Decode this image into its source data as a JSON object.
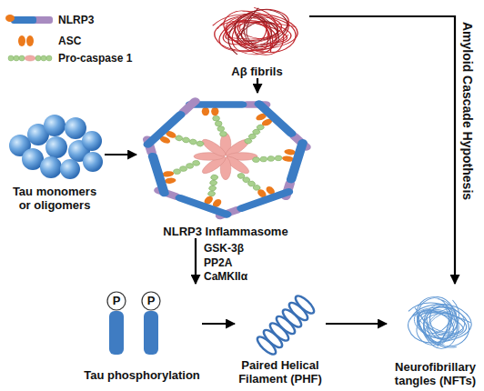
{
  "diagram": {
    "nodes": [
      {
        "text": [
          "Aβ fibrils"
        ]
      },
      {
        "text": [
          "Tau monomers or oligomers"
        ]
      },
      {
        "text": [
          "NLRP3 Inflammasome"
        ]
      },
      {
        "text": [
          "Tau phosphorylation"
        ]
      },
      {
        "text": [
          "Paired Helical Filament (PHF)"
        ]
      },
      {
        "text": [
          "Neurofibrillary tangles (NFTs)"
        ]
      }
    ],
    "edges": [
      {
        "from": 0,
        "to": 2,
        "arrow": "to"
      },
      {
        "from": 1,
        "to": 2,
        "arrow": "to"
      },
      {
        "from": 2,
        "to": 3,
        "label": "GSK-3β PP2A CaMKIIα",
        "arrow": "to"
      },
      {
        "from": 3,
        "to": 4,
        "arrow": "to"
      },
      {
        "from": 4,
        "to": 5,
        "arrow": "to"
      },
      {
        "from": 0,
        "to": 5,
        "label": "Amyloid Cascade Hypothesis",
        "arrow": "to"
      }
    ],
    "labels": [
      "P",
      "P"
    ],
    "legend": [
      {
        "text": "NLRP3"
      },
      {
        "text": "ASC"
      },
      {
        "text": "Pro-caspase 1"
      }
    ]
  }
}
